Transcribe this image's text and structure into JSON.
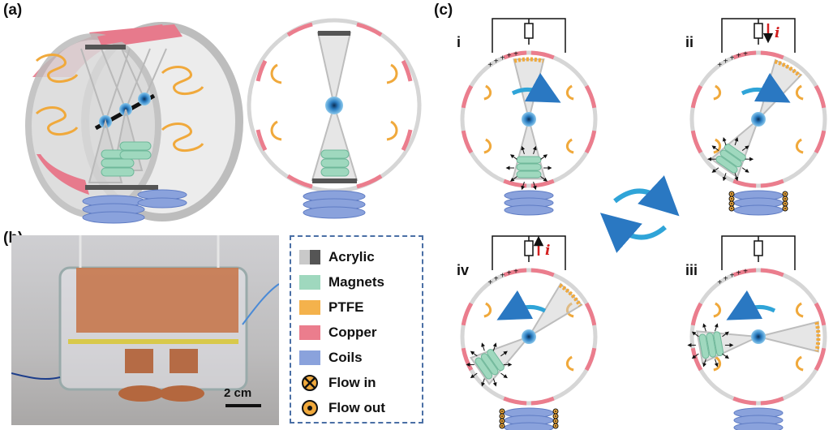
{
  "panels": {
    "a": "(a)",
    "b": "(b)",
    "c": "(c)"
  },
  "states": [
    "i",
    "ii",
    "iii",
    "iv"
  ],
  "current_symbol": "i",
  "photo": {
    "scale_bar": "2 cm"
  },
  "legend": {
    "items": [
      {
        "label": "Acrylic",
        "color": "#c9c9c9",
        "color2": "#555555"
      },
      {
        "label": "Magnets",
        "color": "#9fd8be"
      },
      {
        "label": "PTFE",
        "color": "#f4b24c"
      },
      {
        "label": "Copper",
        "color": "#eb7d8d"
      },
      {
        "label": "Coils",
        "color": "#8aa2dc"
      },
      {
        "label": "Flow in",
        "symbol": "cross-circle"
      },
      {
        "label": "Flow out",
        "symbol": "dot-circle"
      }
    ]
  },
  "colors": {
    "copper": "#eb7d8d",
    "ptfe": "#f0a93c",
    "magnet": "#9fd8be",
    "coil": "#8aa2dc",
    "acrylic": "#d6d6d6",
    "arrow": "#2fa4d8",
    "current": "#d32020"
  }
}
